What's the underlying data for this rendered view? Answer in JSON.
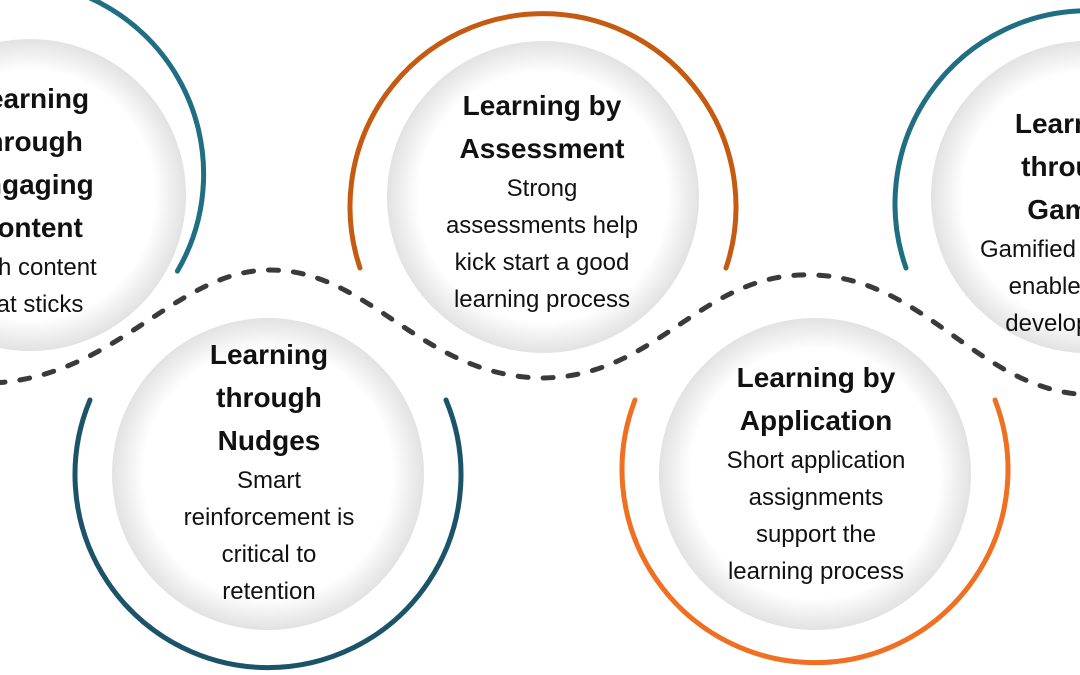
{
  "diagram": {
    "path_color": "#3a3a3a",
    "nodes": [
      {
        "id": "content",
        "title_lines": [
          "Learning",
          "through",
          "Engaging",
          "Content"
        ],
        "desc_lines": [
          "Rich content",
          "that sticks"
        ],
        "accent": "#1f6e82",
        "arc": "top"
      },
      {
        "id": "nudges",
        "title_lines": [
          "Learning",
          "through",
          "Nudges"
        ],
        "desc_lines": [
          "Smart",
          "reinforcement is",
          "critical to",
          "retention"
        ],
        "accent": "#1b5468",
        "arc": "bottom"
      },
      {
        "id": "assessment",
        "title_lines": [
          "Learning by",
          "Assessment"
        ],
        "desc_lines": [
          "Strong",
          "assessments help",
          "kick start a good",
          "learning process"
        ],
        "accent": "#c55a11",
        "arc": "top"
      },
      {
        "id": "application",
        "title_lines": [
          "Learning by",
          "Application"
        ],
        "desc_lines": [
          "Short application",
          "assignments",
          "support the",
          "learning process"
        ],
        "accent": "#f07023",
        "arc": "bottom"
      },
      {
        "id": "games",
        "title_lines": [
          "Learning",
          "through",
          "Games"
        ],
        "desc_lines": [
          "Gamified learning",
          "enables skill",
          "development"
        ],
        "accent": "#1f6e82",
        "arc": "top"
      }
    ]
  }
}
